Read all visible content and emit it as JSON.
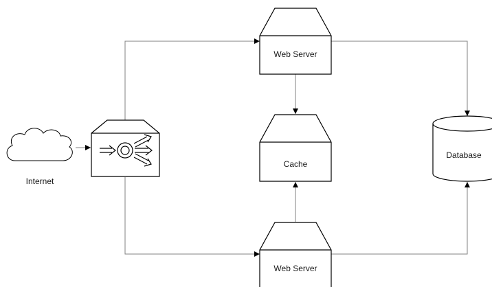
{
  "diagram": {
    "nodes": {
      "internet": {
        "label": "Internet",
        "icon": "cloud-icon"
      },
      "load_balancer": {
        "label": "",
        "icon": "load-balancer-icon"
      },
      "web_server_top": {
        "label": "Web Server",
        "icon": "server-icon"
      },
      "cache": {
        "label": "Cache",
        "icon": "server-icon"
      },
      "web_server_bottom": {
        "label": "Web Server",
        "icon": "server-icon"
      },
      "database": {
        "label": "Database",
        "icon": "database-cylinder-icon"
      }
    },
    "edges": [
      {
        "from": "internet",
        "to": "load_balancer"
      },
      {
        "from": "load_balancer",
        "to": "web_server_top"
      },
      {
        "from": "load_balancer",
        "to": "web_server_bottom"
      },
      {
        "from": "web_server_top",
        "to": "cache"
      },
      {
        "from": "web_server_bottom",
        "to": "cache"
      },
      {
        "from": "web_server_top",
        "to": "database"
      },
      {
        "from": "web_server_bottom",
        "to": "database"
      }
    ],
    "colors": {
      "stroke": "#000000",
      "line": "#808080",
      "fill": "#ffffff"
    }
  }
}
